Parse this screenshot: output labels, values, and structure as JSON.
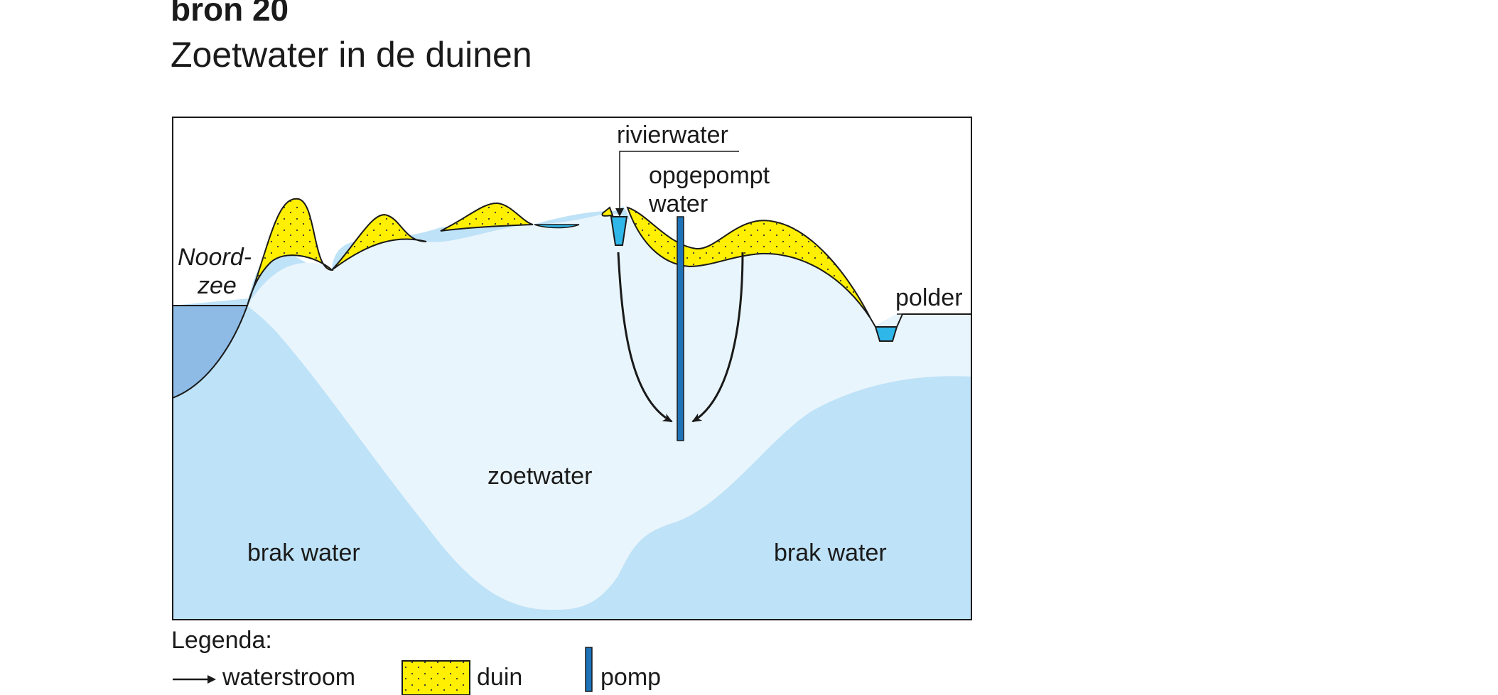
{
  "source": {
    "label": "bron 20",
    "title": "Zoetwater in de duinen"
  },
  "diagram": {
    "labels": {
      "sea": "Noord-",
      "sea_line2": "zee",
      "river_water": "rivierwater",
      "pumped_water": "opgepompt",
      "pumped_water_line2": "water",
      "polder": "polder",
      "fresh_water": "zoetwater",
      "brackish_left": "brak water",
      "brackish_right": "brak water"
    },
    "colors": {
      "dune": "#ffef00",
      "fresh_water": "#e9f5fc",
      "brackish_water": "#bee2f7",
      "sea": "#8dbbe6",
      "surface_water": "#2fb7ea",
      "pump": "#1e73b8",
      "outline": "#1a1a1a"
    }
  },
  "legend": {
    "title": "Legenda:",
    "items": [
      {
        "label": "waterstroom",
        "icon": "arrow-icon"
      },
      {
        "label": "duin",
        "icon": "dune-swatch"
      },
      {
        "label": "pomp",
        "icon": "pump-icon"
      }
    ]
  }
}
